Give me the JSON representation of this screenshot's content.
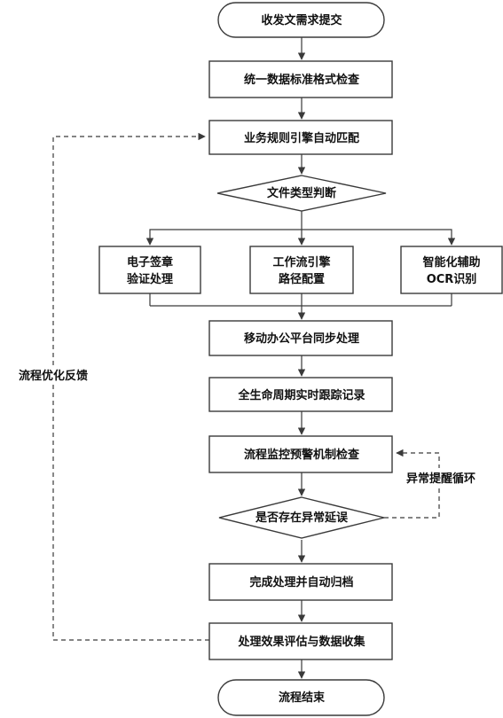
{
  "nodes": {
    "start": "收发文需求提交",
    "format_check": "统一数据标准格式检查",
    "rule_engine": "业务规则引擎自动匹配",
    "type_decision": "文件类型判断",
    "seal_line1": "电子签章",
    "seal_line2": "验证处理",
    "workflow_line1": "工作流引擎",
    "workflow_line2": "路径配置",
    "ocr_line1": "智能化辅助",
    "ocr_line2": "OCR识别",
    "mobile_sync": "移动办公平台同步处理",
    "lifecycle": "全生命周期实时跟踪记录",
    "monitor": "流程监控预警机制检查",
    "delay_decision": "是否存在异常延误",
    "archive": "完成处理并自动归档",
    "evaluate": "处理效果评估与数据收集",
    "end": "流程结束"
  },
  "labels": {
    "feedback": "流程优化反馈",
    "anomaly_loop": "异常提醒循环"
  },
  "colors": {
    "stroke": "#3a3a3a",
    "text": "#111111",
    "background": "#ffffff"
  }
}
